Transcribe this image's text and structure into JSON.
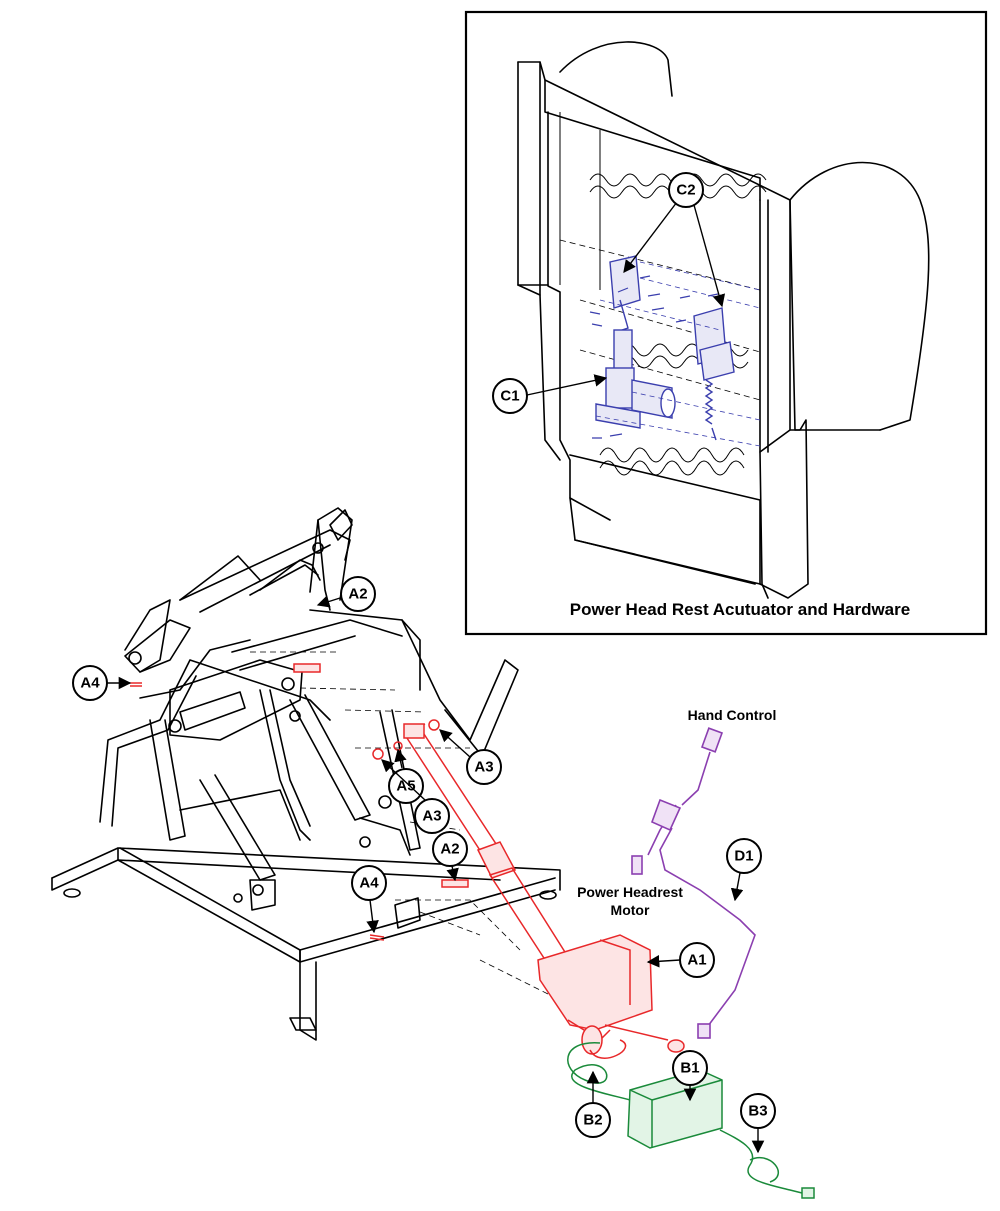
{
  "inset": {
    "title": "Power Head Rest Acutuator and Hardware"
  },
  "callouts": {
    "c1": "C1",
    "c2": "C2",
    "a1": "A1",
    "a2_top": "A2",
    "a2_bottom": "A2",
    "a3_right": "A3",
    "a3_left": "A3",
    "a4_top": "A4",
    "a4_bottom": "A4",
    "a5": "A5",
    "b1": "B1",
    "b2": "B2",
    "b3": "B3",
    "d1": "D1"
  },
  "labels": {
    "hand_control": "Hand Control",
    "power_headrest_line1": "Power Headrest",
    "power_headrest_line2": "Motor"
  },
  "colors": {
    "lift_actuator": "#e8282a",
    "power_supply": "#1a8a3a",
    "hand_control": "#8b3fb0",
    "headrest_actuator": "#3b3fae",
    "line": "#000000"
  }
}
